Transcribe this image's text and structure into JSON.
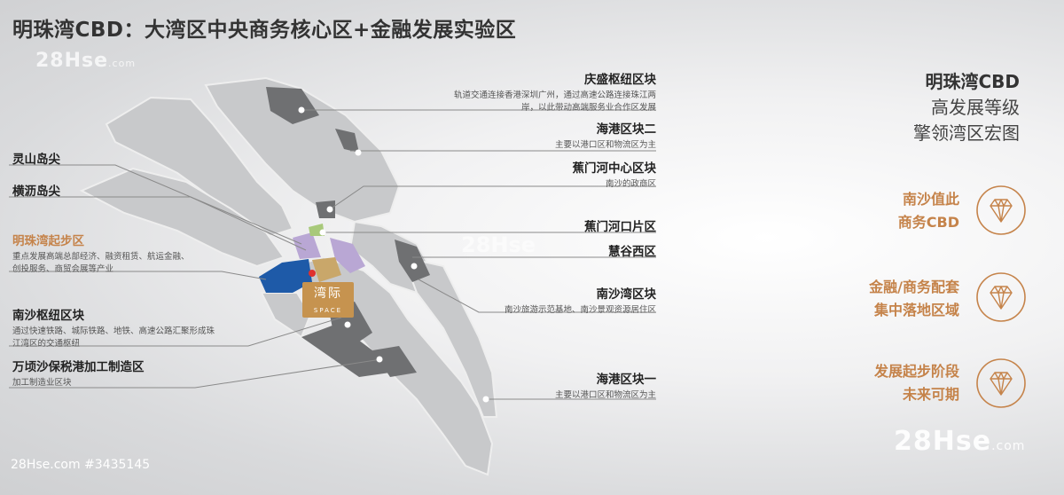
{
  "title": "明珠湾CBD：大湾区中央商务核心区+金融发展实验区",
  "watermarks": {
    "top": "28Hse",
    "top_suffix": ".com",
    "mid": "28Hse",
    "br": "28Hse",
    "br_suffix": ".com"
  },
  "footer": "28Hse.com #3435145",
  "map_badge": {
    "cn": "湾际",
    "en": "SPACE"
  },
  "left_labels": [
    {
      "title": "灵山岛尖",
      "desc": ""
    },
    {
      "title": "横沥岛尖",
      "desc": ""
    },
    {
      "title": "明珠湾起步区",
      "desc": "重点发展高端总部经济、融资租赁、航运金融、创投服务、商贸会展等产业"
    },
    {
      "title": "南沙枢纽区块",
      "desc": "通过快速铁路、城际铁路、地铁、高速公路汇聚形成珠江湾区的交通枢纽"
    },
    {
      "title": "万顷沙保税港加工制造区",
      "desc": "加工制造业区块"
    }
  ],
  "right_labels": [
    {
      "title": "庆盛枢纽区块",
      "desc": "轨道交通连接香港深圳广州，通过高速公路连接珠江两岸，以此带动高端服务业合作区发展"
    },
    {
      "title": "海港区块二",
      "desc": "主要以港口区和物流区为主"
    },
    {
      "title": "蕉门河中心区块",
      "desc": "南沙的政商区"
    },
    {
      "title": "蕉门河口片区",
      "desc": ""
    },
    {
      "title": "慧谷西区",
      "desc": ""
    },
    {
      "title": "南沙湾区块",
      "desc": "南沙旅游示范基地、南沙景观资源居住区"
    },
    {
      "title": "海港区块一",
      "desc": "主要以港口区和物流区为主"
    }
  ],
  "side": {
    "title": "明珠湾CBD",
    "line2": "高发展等级",
    "line3": "擎领湾区宏图",
    "features": [
      {
        "l1": "南沙值此",
        "l2": "商务CBD",
        "icon": "diamond-icon"
      },
      {
        "l1": "金融/商务配套",
        "l2": "集中落地区域",
        "icon": "diamond-icon"
      },
      {
        "l1": "发展起步阶段",
        "l2": "未来可期",
        "icon": "diamond-icon"
      }
    ]
  },
  "colors": {
    "accent": "#c5834a",
    "blue": "#1e5aa8",
    "gold": "#c9a76a",
    "purple": "#b9a7d4",
    "green": "#a8c97a",
    "dark": "#6d6e70"
  }
}
